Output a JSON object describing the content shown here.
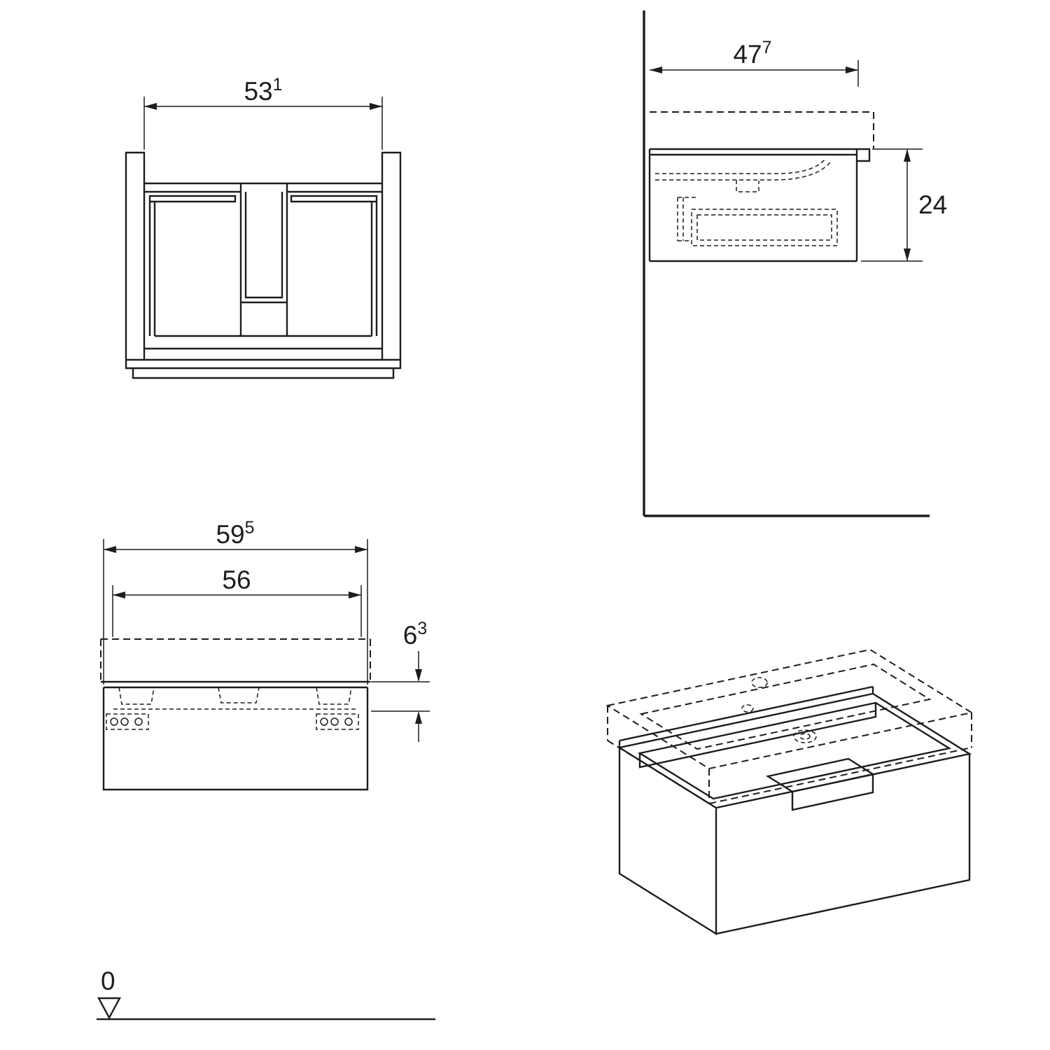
{
  "colors": {
    "line": "#1d1d1b",
    "background": "#ffffff"
  },
  "views": {
    "front_carcass": {
      "width_dim": {
        "main": "53",
        "sup": "1"
      }
    },
    "side_section": {
      "depth_dim": {
        "main": "47",
        "sup": "7"
      },
      "height_dim": "24"
    },
    "front_full": {
      "overall_width_dim": {
        "main": "59",
        "sup": "5"
      },
      "inner_width_dim": "56",
      "basin_height_dim": {
        "main": "6",
        "sup": "3"
      }
    },
    "datum": {
      "label": "0"
    }
  }
}
